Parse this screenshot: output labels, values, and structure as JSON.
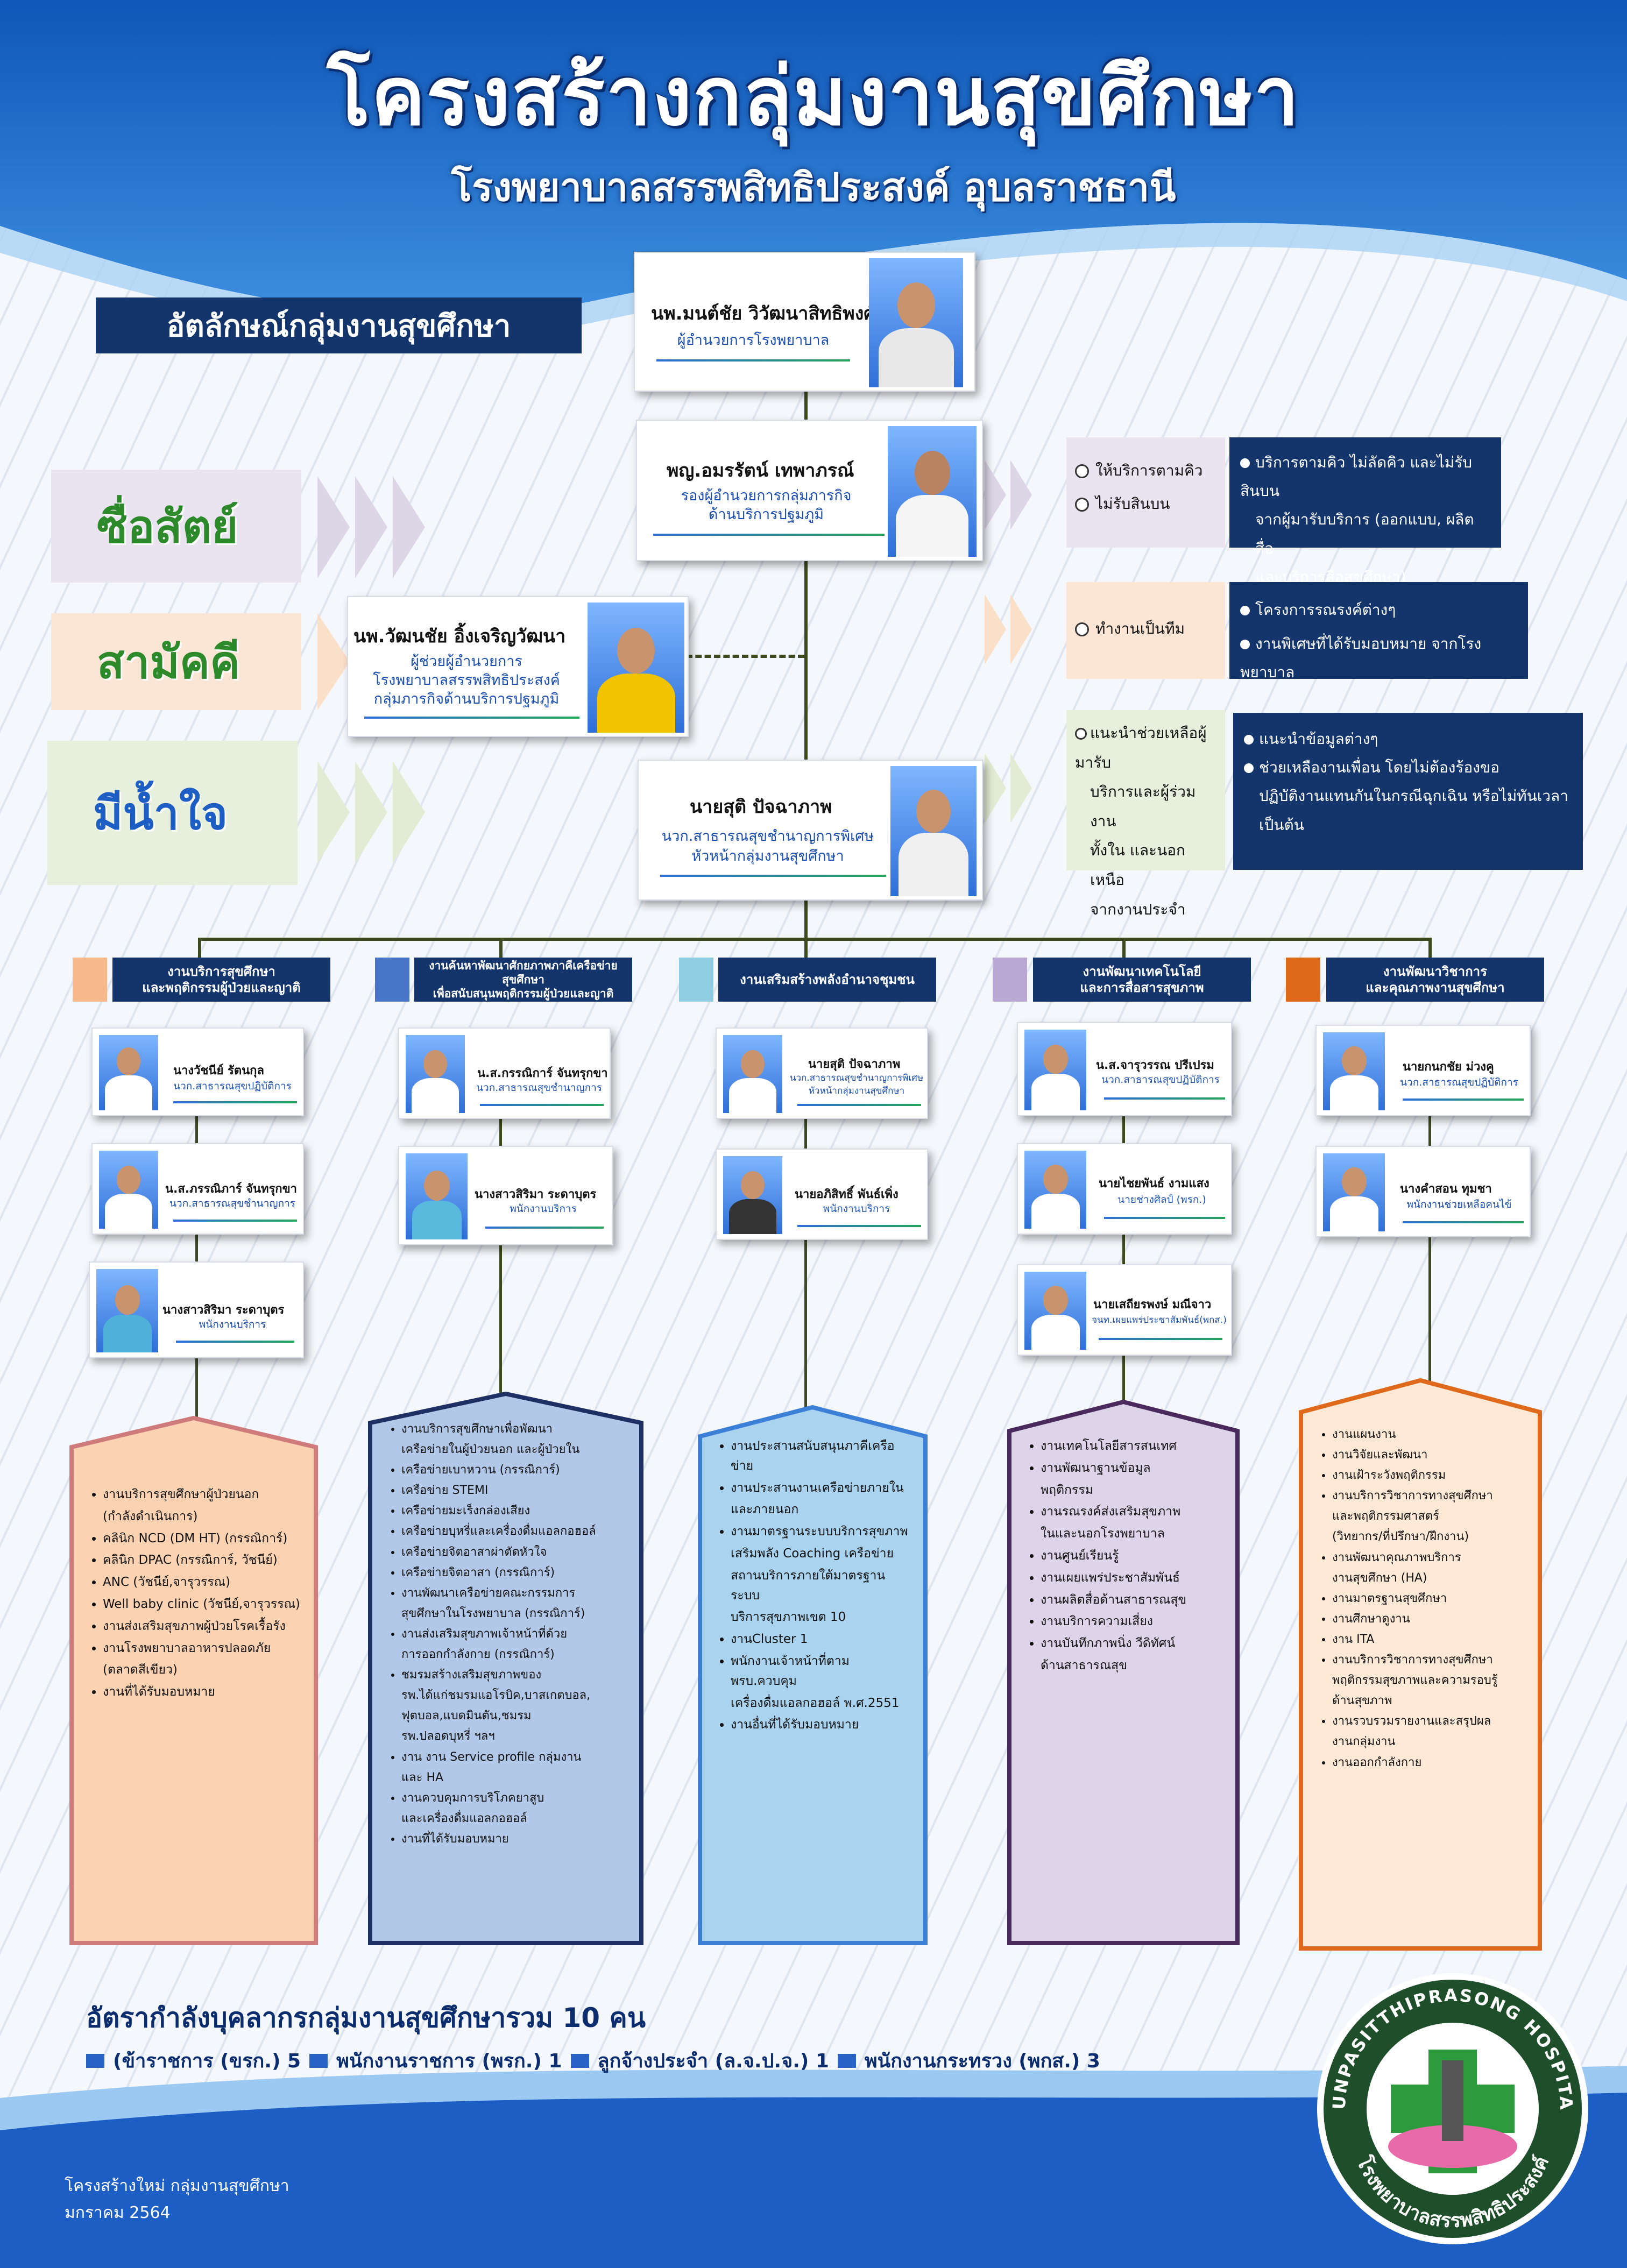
{
  "header": {
    "title": "โครงสร้างกลุ่มงานสุขศึกษา",
    "subtitle": "โรงพยาบาลสรรพสิทธิประสงค์ อุบลราชธานี"
  },
  "values": {
    "title": "อัตลักษณ์กลุ่มงานสุขศึกษา",
    "items": [
      "ซื่อสัตย์",
      "สามัคคี",
      "มีน้ำใจ"
    ]
  },
  "leaders": {
    "director": {
      "name": "นพ.มนต์ชัย วิวัฒนาสิทธิพงศ์",
      "position": "ผู้อำนวยการโรงพยาบาล"
    },
    "deputy": {
      "name": "พญ.อมรรัตน์ เทพาภรณ์",
      "position1": "รองผู้อำนวยการกลุ่มภารกิจ",
      "position2": "ด้านบริการปฐมภูมิ"
    },
    "assistant": {
      "name": "นพ.วัฒนชัย อิ้งเจริญวัฒนา",
      "position1": "ผู้ช่วยผู้อำนวยการ",
      "position2": "โรงพยาบาลสรรพสิทธิประสงค์",
      "position3": "กลุ่มภารกิจด้านบริการปฐมภูมิ"
    },
    "head": {
      "name": "นายสุติ ปัจฉาภาพ",
      "position1": "นวก.สาธารณสุขชำนาญการพิเศษ",
      "position2": "หัวหน้ากลุ่มงานสุขศึกษา"
    }
  },
  "responsibilities": [
    {
      "left": [
        "ให้บริการตามคิว",
        "ไม่รับสินบน"
      ],
      "right": [
        "บริการตามคิว ไม่ลัดคิว และไม่รับสินบน",
        "จากผู้มารับบริการ (ออกแบบ, ผลิตสื่อ",
        "และบริการสื่อสุขศึกษา)"
      ]
    },
    {
      "left": [
        "ทำงานเป็นทีม"
      ],
      "right": [
        "โครงการรณรงค์ต่างๆ",
        "งานพิเศษที่ได้รับมอบหมาย จากโรงพยาบาล"
      ]
    },
    {
      "left": [
        "แนะนำช่วยเหลือผู้มารับ",
        "บริการและผู้ร่วมงาน",
        "ทั้งใน และนอกเหนือ",
        "จากงานประจำ"
      ],
      "right": [
        "แนะนำข้อมูลต่างๆ",
        "ช่วยเหลืองานเพื่อน โดยไม่ต้องร้องขอ",
        "ปฏิบัติงานแทนกันในกรณีฉุกเฉิน หรือไม่ทันเวลา",
        "เป็นต้น"
      ]
    }
  ],
  "departments": [
    {
      "title1": "งานบริการสุขศึกษา",
      "title2": "และพฤติกรรมผู้ป่วยและญาติ",
      "color": "#f7b98b",
      "staff": [
        {
          "name": "นางวัชนีย์ รัตนกุล",
          "pos": "นวก.สาธารณสุขปฏิบัติการ"
        },
        {
          "name": "น.ส.ภรรณิภาร์ จันทรุกขา",
          "pos": "นวก.สาธารณสุขชำนาญการ"
        },
        {
          "name": "นางสาวสิริมา ระดาบุตร",
          "pos": "พนักงานบริการ"
        }
      ],
      "duties": [
        "งานบริการสุขศึกษาผู้ป่วยนอก",
        "(กำลังดำเนินการ)",
        "คลินิก NCD (DM HT) (กรรณิการ์)",
        "คลินิก DPAC (กรรณิการ์, วัชนีย์)",
        "ANC (วัชนีย์,จารุวรรณ)",
        "Well baby clinic (วัชนีย์,จารุวรรณ)",
        "งานส่งเสริมสุขภาพผู้ป่วยโรคเรื้อรัง",
        "งานโรงพยาบาลอาหารปลอดภัย",
        "(ตลาดสีเขียว)",
        "งานที่ได้รับมอบหมาย"
      ]
    },
    {
      "title1": "งานค้นหาพัฒนาศักยภาพภาคีเครือข่ายสุขศึกษา",
      "title2": "เพื่อสนับสนุนพฤติกรรมผู้ป่วยและญาติ",
      "color": "#4a76c9",
      "staff": [
        {
          "name": "น.ส.กรรณิการ์ จันทรุกขา",
          "pos": "นวก.สาธารณสุขชำนาญการ"
        },
        {
          "name": "นางสาวสิริมา ระดาบุตร",
          "pos": "พนักงานบริการ"
        }
      ],
      "duties": [
        "งานบริการสุขศึกษาเพื่อพัฒนา",
        "เครือข่ายในผู้ป่วยนอก และผู้ป่วยใน",
        "เครือข่ายเบาหวาน (กรรณิการ์)",
        "เครือข่าย STEMI",
        "เครือข่ายมะเร็งกล่องเสียง",
        "เครือข่ายบุหรี่และเครื่องดื่มแอลกอฮอล์",
        "เครือข่ายจิตอาสาผ่าตัดหัวใจ",
        "เครือข่ายจิตอาสา (กรรณิการ์)",
        "งานพัฒนาเครือข่ายคณะกรรมการ",
        "สุขศึกษาในโรงพยาบาล (กรรณิการ์)",
        "งานส่งเสริมสุขภาพเจ้าหน้าที่ด้วย",
        "การออกกำลังกาย (กรรณิการ์)",
        "ชมรมสร้างเสริมสุขภาพของ",
        "รพ.ได้แก่ชมรมแอโรบิค,บาสเกตบอล,",
        "ฟุตบอล,แบดมินตัน,ชมรม",
        "รพ.ปลอดบุหรี่ ฯลฯ",
        "งาน งาน Service profile กลุ่มงาน",
        "และ HA",
        "งานควบคุมการบริโภคยาสูบ",
        "และเครื่องดื่มแอลกอฮอล์",
        "งานที่ได้รับมอบหมาย"
      ]
    },
    {
      "title1": "งานเสริมสร้างพลังอำนาจชุมชน",
      "title2": "",
      "color": "#8fcde3",
      "staff": [
        {
          "name": "นายสุติ ปัจฉาภาพ",
          "pos": "นวก.สาธารณสุขชำนาญการพิเศษ",
          "pos2": "หัวหน้ากลุ่มงานสุขศึกษา"
        },
        {
          "name": "นายอภิสิทธิ์ พันธ์เพิ่ง",
          "pos": "พนักงานบริการ"
        }
      ],
      "duties": [
        "งานประสานสนับสนุนภาคีเครือข่าย",
        "งานประสานงานเครือข่ายภายใน",
        "และภายนอก",
        "งานมาตรฐานระบบบริการสุขภาพ",
        "เสริมพลัง Coaching เครือข่าย",
        "สถานบริการภายใต้มาตรฐานระบบ",
        "บริการสุขภาพเขต 10",
        "งานCluster 1",
        "พนักงานเจ้าหน้าที่ตาม พรบ.ควบคุม",
        "เครื่องดื่มแอลกอฮอล์ พ.ศ.2551",
        "งานอื่นที่ได้รับมอบหมาย"
      ]
    },
    {
      "title1": "งานพัฒนาเทคโนโลยี",
      "title2": "และการสื่อสารสุขภาพ",
      "color": "#b9a8d4",
      "staff": [
        {
          "name": "น.ส.จารุวรรณ ปรีเปรม",
          "pos": "นวก.สาธารณสุขปฏิบัติการ"
        },
        {
          "name": "นายไชยพันธ์ งามแสง",
          "pos": "นายช่างศิลป์ (พรก.)"
        },
        {
          "name": "นายเสถียรพงษ์ มณีจาว",
          "pos": "จนท.เผยแพร่ประชาสัมพันธ์(พกส.)"
        }
      ],
      "duties": [
        "งานเทคโนโลยีสารสนเทศ",
        "งานพัฒนาฐานข้อมูล",
        "พฤติกรรม",
        "งานรณรงค์ส่งเสริมสุขภาพ",
        "ในและนอกโรงพยาบาล",
        "งานศูนย์เรียนรู้",
        "งานเผยแพร่ประชาสัมพันธ์",
        "งานผลิตสื่อด้านสาธารณสุข",
        "งานบริการความเสี่ยง",
        "งานบันทึกภาพนิ่ง วีดิทัศน์",
        "ด้านสาธารณสุข"
      ]
    },
    {
      "title1": "งานพัฒนาวิชาการ",
      "title2": "และคุณภาพงานสุขศึกษา",
      "color": "#e06a1c",
      "staff": [
        {
          "name": "นายกนกชัย ม่วงคู",
          "pos": "นวก.สาธารณสุขปฏิบัติการ"
        },
        {
          "name": "นางคำสอน ทุมชา",
          "pos": "พนักงานช่วยเหลือคนไข้"
        }
      ],
      "duties": [
        "งานแผนงาน",
        "งานวิจัยและพัฒนา",
        "งานเฝ้าระวังพฤติกรรม",
        "งานบริการวิชาการทางสุขศึกษา",
        "และพฤติกรรมศาสตร์",
        "(วิทยากร/ที่ปรึกษา/ฝึกงาน)",
        "งานพัฒนาคุณภาพบริการ",
        "งานสุขศึกษา (HA)",
        "งานมาตรฐานสุขศึกษา",
        "งานศึกษาดูงาน",
        "งาน ITA",
        "งานบริการวิชาการทางสุขศึกษา",
        "พฤติกรรมสุขภาพและความรอบรู้",
        "ด้านสุขภาพ",
        "งานรวบรวมรายงานและสรุปผล",
        "งานกลุ่มงาน",
        "งานออกกำลังกาย"
      ]
    }
  ],
  "summary": {
    "title": "อัตรากำลังบุคลากรกลุ่มงานสุขศึกษารวม 10 คน",
    "items": [
      "(ข้าราชการ (ขรก.) 5",
      "พนักงานราชการ (พรก.) 1",
      "ลูกจ้างประจำ (ล.จ.ป.จ.) 1",
      "พนักงานกระทรวง (พกส.) 3"
    ]
  },
  "footer": {
    "line1": "โครงสร้างใหม่ กลุ่มงานสุขศึกษา",
    "line2": "มกราคม 2564"
  },
  "logo": {
    "ring_text": "SUNPASITTHIPRASONG HOSPITAL",
    "thai_text": "โรงพยาบาลสรรพสิทธิประสงค์"
  }
}
